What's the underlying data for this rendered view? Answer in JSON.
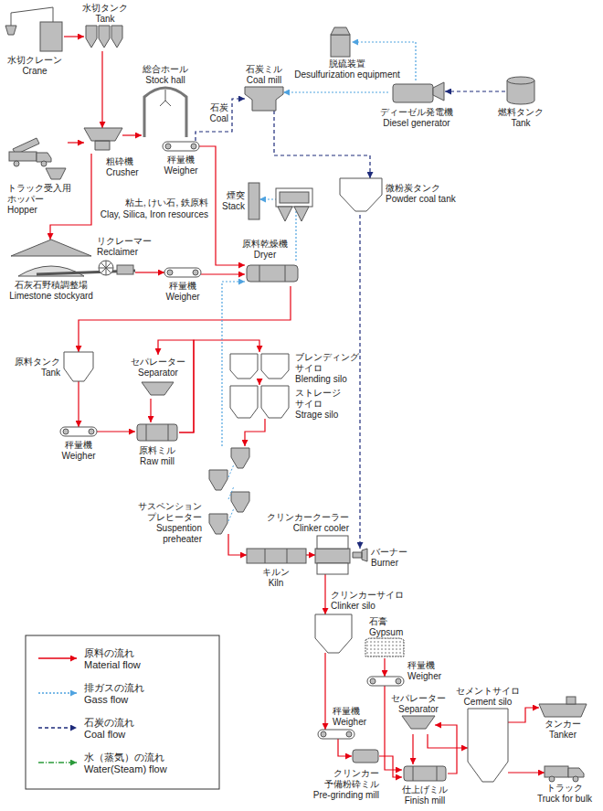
{
  "diagram": {
    "nodes": [
      {
        "text": [
          "水切クレーン",
          "Crane"
        ]
      },
      {
        "text": [
          "水切タンク",
          "Tank"
        ]
      },
      {
        "text": [
          "総合ホール",
          "Stock hall"
        ]
      },
      {
        "text": [
          "秤量機",
          "Weigher"
        ]
      },
      {
        "text": [
          "石炭ミル",
          "Coal mill"
        ]
      },
      {
        "text": [
          "脱硫装置",
          "Desulfurization equipment"
        ]
      },
      {
        "text": [
          "ディーゼル発電機",
          "Diesel generator"
        ]
      },
      {
        "text": [
          "燃料タンク",
          "Tank"
        ]
      },
      {
        "text": [
          "トラック受入用 ホッパー",
          "Hopper"
        ]
      },
      {
        "text": [
          "粗砕機",
          "Crusher"
        ]
      },
      {
        "text": [
          "煙突",
          "Stack"
        ]
      },
      {
        "text": [
          "微粉炭タンク",
          "Powder coal tank"
        ]
      },
      {
        "text": [
          "リクレーマー",
          "Reclaimer"
        ]
      },
      {
        "text": [
          "石灰石野積調整場",
          "Limestone stockyard"
        ]
      },
      {
        "text": [
          "秤量機",
          "Weigher"
        ]
      },
      {
        "text": [
          "原料乾燥機",
          "Dryer"
        ]
      },
      {
        "text": [
          "原料タンク",
          "Tank"
        ]
      },
      {
        "text": [
          "セパレーター",
          "Separator"
        ]
      },
      {
        "text": [
          "ブレンディング サイロ",
          "Blending silo"
        ]
      },
      {
        "text": [
          "ストレージ サイロ",
          "Strage silo"
        ]
      },
      {
        "text": [
          "秤量機",
          "Weigher"
        ]
      },
      {
        "text": [
          "原料ミル",
          "Raw mill"
        ]
      },
      {
        "text": [
          "サスペンション プレヒーター",
          "Suspention preheater"
        ]
      },
      {
        "text": [
          "クリンカークーラー",
          "Clinker cooler"
        ]
      },
      {
        "text": [
          "バーナー",
          "Burner"
        ]
      },
      {
        "text": [
          "キルン",
          "Kiln"
        ]
      },
      {
        "text": [
          "クリンカーサイロ",
          "Clinker silo"
        ]
      },
      {
        "text": [
          "石膏",
          "Gypsum"
        ]
      },
      {
        "text": [
          "秤量機",
          "Weigher"
        ]
      },
      {
        "text": [
          "セパレーター",
          "Separator"
        ]
      },
      {
        "text": [
          "セメントサイロ",
          "Cement silo"
        ]
      },
      {
        "text": [
          "タンカー",
          "Tanker"
        ]
      },
      {
        "text": [
          "秤量機",
          "Weigher"
        ]
      },
      {
        "text": [
          "クリンカー 予備粉砕ミル",
          "Pre-grinding mill"
        ]
      },
      {
        "text": [
          "仕上げミル",
          "Finish mill"
        ]
      },
      {
        "text": [
          "トラック",
          "Truck for bulk"
        ]
      }
    ],
    "edges": [
      {
        "from": 0,
        "to": 1,
        "arrow": "to"
      },
      {
        "from": 1,
        "to": 9,
        "arrow": "to"
      },
      {
        "from": 8,
        "to": 9,
        "arrow": "to"
      },
      {
        "from": 9,
        "to": 2,
        "arrow": "to"
      },
      {
        "from": 9,
        "to": 13,
        "arrow": "to"
      },
      {
        "from": 12,
        "to": 14,
        "arrow": "to"
      },
      {
        "from": 14,
        "to": 15,
        "arrow": "to"
      },
      {
        "from": 3,
        "to": 15,
        "arrow": "to"
      },
      {
        "from": 15,
        "to": 16,
        "arrow": "to"
      },
      {
        "from": 16,
        "to": 20,
        "arrow": "to"
      },
      {
        "from": 20,
        "to": 21,
        "arrow": "to"
      },
      {
        "from": 21,
        "to": 17,
        "arrow": "to"
      },
      {
        "from": 21,
        "to": 18,
        "arrow": "to"
      },
      {
        "from": 17,
        "to": 21,
        "arrow": "to"
      },
      {
        "from": 18,
        "to": 19,
        "arrow": "to"
      },
      {
        "from": 19,
        "to": 22,
        "arrow": "to"
      },
      {
        "from": 22,
        "to": 25,
        "arrow": "to"
      },
      {
        "from": 25,
        "to": 23,
        "arrow": "to"
      },
      {
        "from": 23,
        "to": 26,
        "arrow": "to"
      },
      {
        "from": 26,
        "to": 32,
        "arrow": "to"
      },
      {
        "from": 32,
        "to": 33,
        "arrow": "to"
      },
      {
        "from": 33,
        "to": 34,
        "arrow": "to"
      },
      {
        "from": 27,
        "to": 28,
        "arrow": "to"
      },
      {
        "from": 28,
        "to": 34,
        "arrow": "to"
      },
      {
        "from": 34,
        "to": 29,
        "arrow": "to"
      },
      {
        "from": 29,
        "to": 34,
        "arrow": "to"
      },
      {
        "from": 29,
        "to": 30,
        "arrow": "to"
      },
      {
        "from": 30,
        "to": 31,
        "arrow": "to"
      },
      {
        "from": 30,
        "to": 35,
        "arrow": "to"
      },
      {
        "from": 6,
        "to": 5,
        "arrow": "to"
      },
      {
        "from": 6,
        "to": 4,
        "arrow": "to"
      },
      {
        "from": 22,
        "to": 15,
        "arrow": "to"
      },
      {
        "from": 15,
        "to": 10,
        "arrow": "to"
      },
      {
        "from": 7,
        "to": 6,
        "arrow": "to"
      },
      {
        "from": 3,
        "to": 4,
        "arrow": "to"
      },
      {
        "from": 4,
        "to": 11,
        "arrow": "to"
      },
      {
        "from": 11,
        "to": 24,
        "arrow": "to"
      }
    ],
    "labels": [
      "石炭",
      "Coal",
      "粘土, けい石, 鉄原料",
      "Clay, Silica, Iron resources"
    ],
    "legend": [
      {
        "text": "原料の流れ Material flow"
      },
      {
        "text": "排ガスの流れ Gass flow"
      },
      {
        "text": "石炭の流れ Coal flow"
      },
      {
        "text": "水（蒸気）の流れ Water(Steam) flow"
      }
    ]
  }
}
